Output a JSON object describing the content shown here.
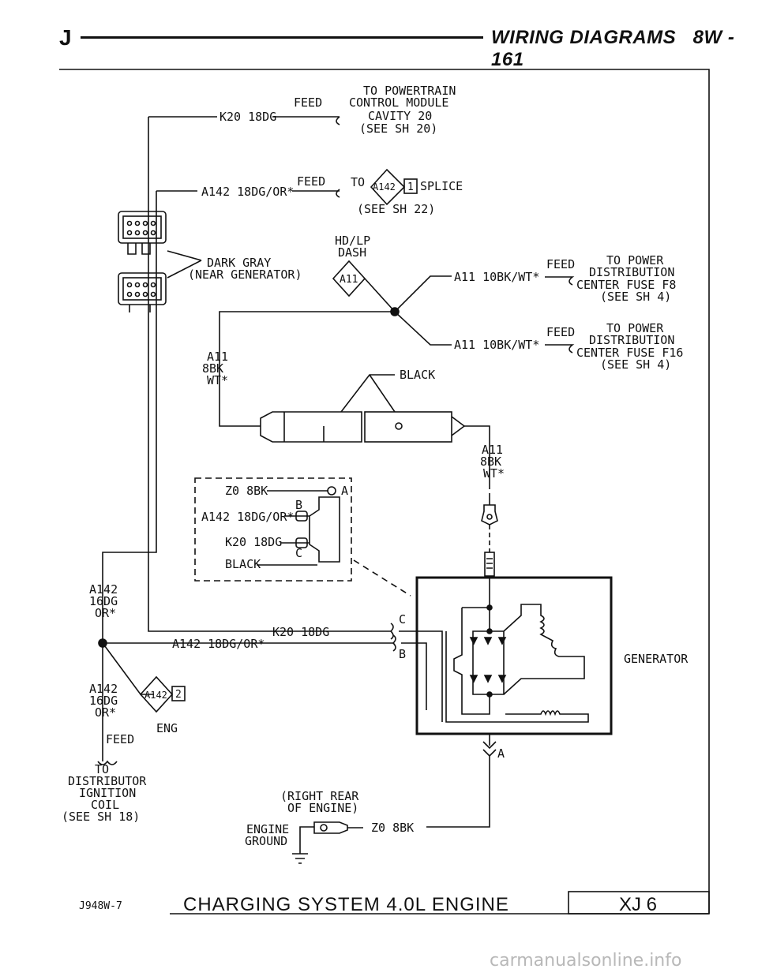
{
  "header": {
    "section_letter": "J",
    "title": "WIRING DIAGRAMS",
    "page": "8W - 161"
  },
  "diagram": {
    "to_pcm": [
      "TO POWERTRAIN",
      "CONTROL MODULE",
      "CAVITY 20",
      "(SEE SH 20)"
    ],
    "feed": "FEED",
    "k20_wire": "K20 18DG",
    "a142_wire": "A142 18DG/OR*",
    "to_word": "TO",
    "splice_a142": "A142",
    "splice_1": "1",
    "splice_label": "SPLICE",
    "see_sh22": "(SEE SH 22)",
    "hd_lp": "HD/LP",
    "dash": "DASH",
    "dark_gray": "DARK GRAY",
    "near_generator": "(NEAR GENERATOR)",
    "a11_diamond": "A11",
    "a11_wire_f8": "A11 10BK/WT*",
    "to_fuse_f8": [
      "TO POWER",
      "DISTRIBUTION",
      "CENTER FUSE F8",
      "(SEE SH 4)"
    ],
    "a11_wire_f16": "A11 10BK/WT*",
    "to_fuse_f16": [
      "TO POWER",
      "DISTRIBUTION",
      "CENTER FUSE F16",
      "(SEE SH 4)"
    ],
    "a11_8bk_left": [
      "A11",
      "8BK",
      "WT*"
    ],
    "black": "BLACK",
    "a11_8bk_right": [
      "A11",
      "8BK",
      "WT*"
    ],
    "conn_z0": "Z0 8BK",
    "conn_a142": "A142 18DG/OR*",
    "conn_k20": "K20 18DG",
    "conn_black": "BLACK",
    "pin_a": "A",
    "pin_b": "B",
    "pin_c": "C",
    "a142_16dg_top": [
      "A142",
      "16DG",
      "OR*"
    ],
    "k20_bottom": "K20 18DG",
    "a142_bottom": "A142 18DG/OR*",
    "term_c": "C",
    "term_b": "B",
    "generator": "GENERATOR",
    "a142_16dg_bottom": [
      "A142",
      "16DG",
      "OR*"
    ],
    "splice2_a142": "A142",
    "splice2_num": "2",
    "eng": "ENG",
    "feed_bottom": "FEED",
    "to_distributor": [
      "TO",
      "DISTRIBUTOR",
      "IGNITION",
      "COIL",
      "(SEE SH 18)"
    ],
    "right_rear": [
      "(RIGHT REAR",
      "OF ENGINE)"
    ],
    "engine_ground": [
      "ENGINE",
      "GROUND"
    ],
    "z0_bottom": "Z0 8BK",
    "term_a": "A"
  },
  "footer": {
    "code": "J948W-7",
    "title": "CHARGING SYSTEM 4.0L ENGINE",
    "page_id": "XJ 6"
  },
  "watermark": "carmanualsonline.info"
}
